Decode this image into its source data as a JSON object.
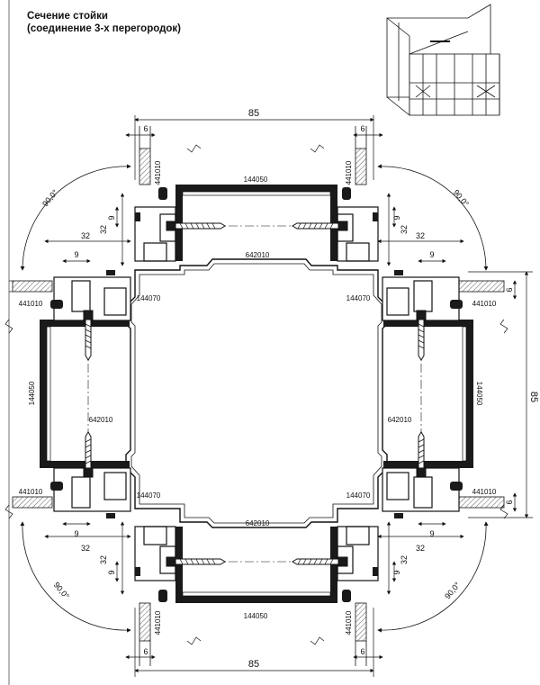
{
  "title": {
    "line1": "Сечение стойки",
    "line2": "(соединение 3-х перегородок)"
  },
  "labels": {
    "frame_profile": "144050",
    "insert_profile": "642010",
    "corner_profile": "144070",
    "glazing_bead": "441010"
  },
  "dimensions": {
    "overall": "85",
    "gasket": "6",
    "offset_small": "9",
    "offset_large": "32",
    "angle": "90,0°"
  },
  "colors": {
    "line": "#111111",
    "fill_dark": "#1a1a1a",
    "glass": "#d9d9d9"
  }
}
